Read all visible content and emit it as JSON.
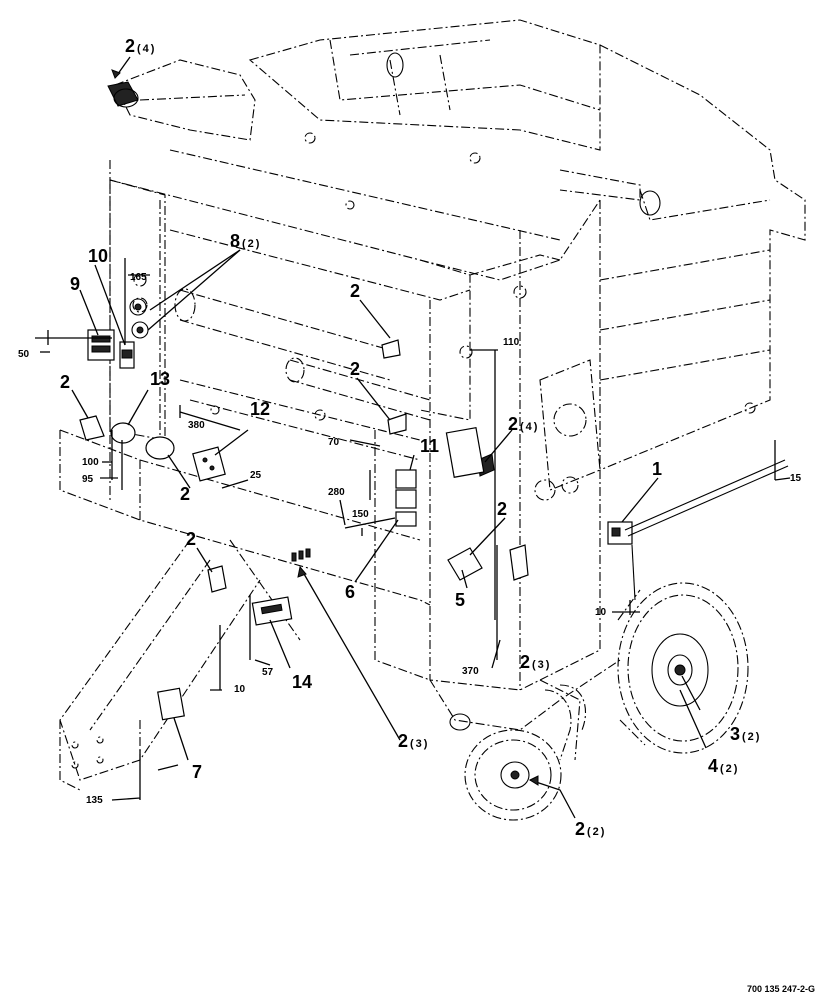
{
  "callouts": [
    {
      "id": "c-2-top",
      "num": "2",
      "qty": "(4)"
    },
    {
      "id": "c-8",
      "num": "8",
      "qty": "(2)"
    },
    {
      "id": "c-10",
      "num": "10",
      "qty": ""
    },
    {
      "id": "c-9",
      "num": "9",
      "qty": ""
    },
    {
      "id": "c-2-a",
      "num": "2",
      "qty": ""
    },
    {
      "id": "c-2-b",
      "num": "2",
      "qty": ""
    },
    {
      "id": "c-13",
      "num": "13",
      "qty": ""
    },
    {
      "id": "c-2-c",
      "num": "2",
      "qty": ""
    },
    {
      "id": "c-12",
      "num": "12",
      "qty": ""
    },
    {
      "id": "c-11",
      "num": "11",
      "qty": ""
    },
    {
      "id": "c-2-d",
      "num": "2",
      "qty": "(4)"
    },
    {
      "id": "c-1",
      "num": "1",
      "qty": ""
    },
    {
      "id": "c-2-e",
      "num": "2",
      "qty": ""
    },
    {
      "id": "c-2-f",
      "num": "2",
      "qty": ""
    },
    {
      "id": "c-2-g",
      "num": "2",
      "qty": ""
    },
    {
      "id": "c-5",
      "num": "5",
      "qty": ""
    },
    {
      "id": "c-6",
      "num": "6",
      "qty": ""
    },
    {
      "id": "c-2-h",
      "num": "2",
      "qty": "(3)"
    },
    {
      "id": "c-14",
      "num": "14",
      "qty": ""
    },
    {
      "id": "c-3",
      "num": "3",
      "qty": "(2)"
    },
    {
      "id": "c-4",
      "num": "4",
      "qty": "(2)"
    },
    {
      "id": "c-2-i",
      "num": "2",
      "qty": "(3)"
    },
    {
      "id": "c-7",
      "num": "7",
      "qty": ""
    },
    {
      "id": "c-2-j",
      "num": "2",
      "qty": "(2)"
    }
  ],
  "dimensions": {
    "d165": "165",
    "d50": "50",
    "d100": "100",
    "d95": "95",
    "d380": "380",
    "d25": "25",
    "d70": "70",
    "d280": "280",
    "d150": "150",
    "d110": "110",
    "d15": "15",
    "d10a": "10",
    "d370": "370",
    "d57": "57",
    "d10b": "10",
    "d135": "135"
  },
  "drawing_number": "700 135 247-2-G"
}
